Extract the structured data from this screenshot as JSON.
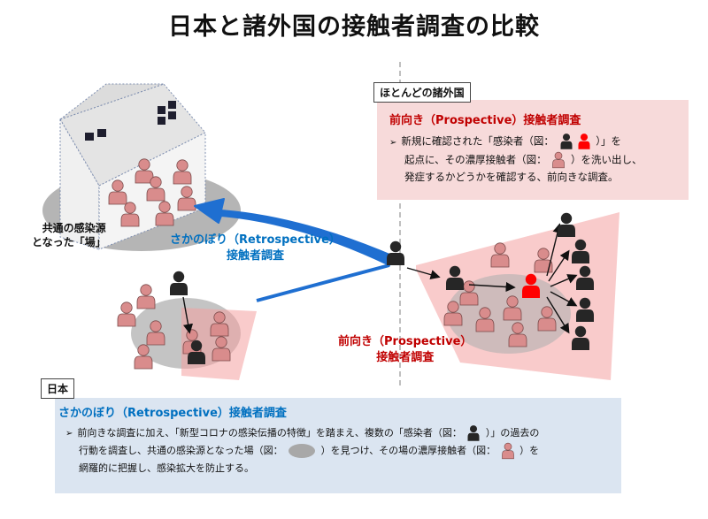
{
  "title": "日本と諸外国の接触者調査の比較",
  "source_label": [
    "共通の感染源",
    "となった「場」"
  ],
  "retro_arrow_label": [
    "さかのぼり（Retrospective）",
    "接触者調査"
  ],
  "pro_arrow_label": [
    "前向き（Prospective）",
    "接触者調査"
  ],
  "foreign": {
    "tab": "ほとんどの諸外国",
    "heading": "前向き（Prospective）接触者調査",
    "bullet": "➢",
    "line1_a": "新規に確認された「感染者（図：",
    "line1_b": "）」を",
    "line2_a": "起点に、その濃厚接触者（図：",
    "line2_b": "）を洗い出し、",
    "line3": "発症するかどうかを確認する、前向きな調査。"
  },
  "japan": {
    "tab": "日本",
    "heading": "さかのぼり（Retrospective）接触者調査",
    "bullet": "➢",
    "line1_a": "前向きな調査に加え、「新型コロナの感染伝播の特徴」を踏まえ、複数の「感染者（図：",
    "line1_b": "）」の過去の",
    "line2_a": "行動を調査し、共通の感染源となった場（図：",
    "line2_b": "）を見つけ、その場の濃厚接触者（図：",
    "line2_c": "）を",
    "line3": "網羅的に把握し、感染拡大を防止する。"
  },
  "colors": {
    "infected": "#262626",
    "new_infected": "#ff0000",
    "contact": "#d98c8c",
    "retro_arrow": "#1f6fd1",
    "foreign_box": "#f7dada",
    "japan_box": "#dbe5f1",
    "heading_red": "#c00000",
    "heading_blue": "#0070c0"
  }
}
